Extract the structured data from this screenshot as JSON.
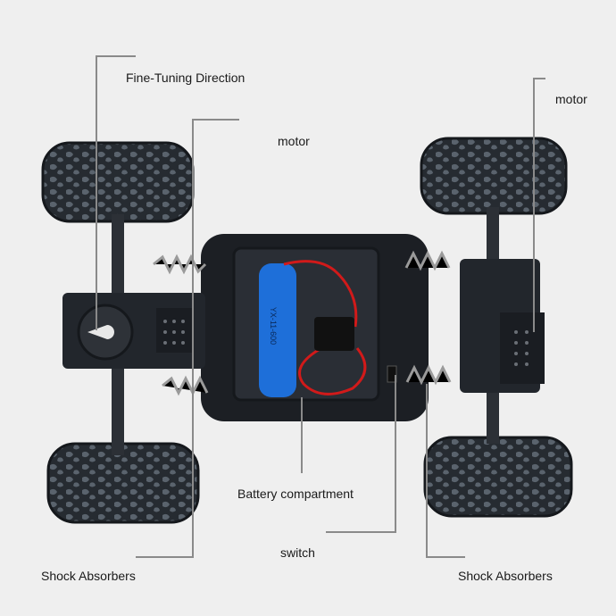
{
  "labels": {
    "fine_tuning": "Fine-Tuning Direction",
    "motor_left": "motor",
    "motor_right": "motor",
    "battery": "Battery compartment",
    "switch": "switch",
    "shock_left": "Shock Absorbers",
    "shock_right": "Shock Absorbers"
  },
  "battery_print": "YX-11-600",
  "colors": {
    "background": "#efefef",
    "chassis": "#1c1f24",
    "tire": "#2a2f36",
    "battery": "#1e6fd9",
    "wire": "#d11a1a",
    "leader": "#8a8a8a"
  }
}
